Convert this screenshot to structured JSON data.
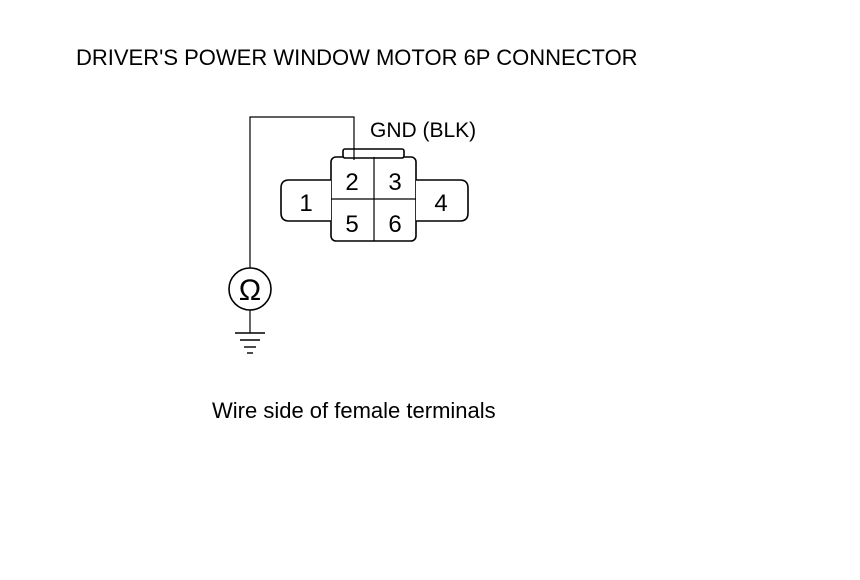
{
  "title": "DRIVER'S POWER WINDOW MOTOR 6P CONNECTOR",
  "gnd_label": "GND (BLK)",
  "caption": "Wire side of female terminals",
  "terminals": {
    "t1": "1",
    "t2": "2",
    "t3": "3",
    "t4": "4",
    "t5": "5",
    "t6": "6"
  },
  "ohmmeter_symbol": "Ω",
  "icons": {
    "meter": "ohmmeter-icon",
    "ground": "ground-icon"
  }
}
